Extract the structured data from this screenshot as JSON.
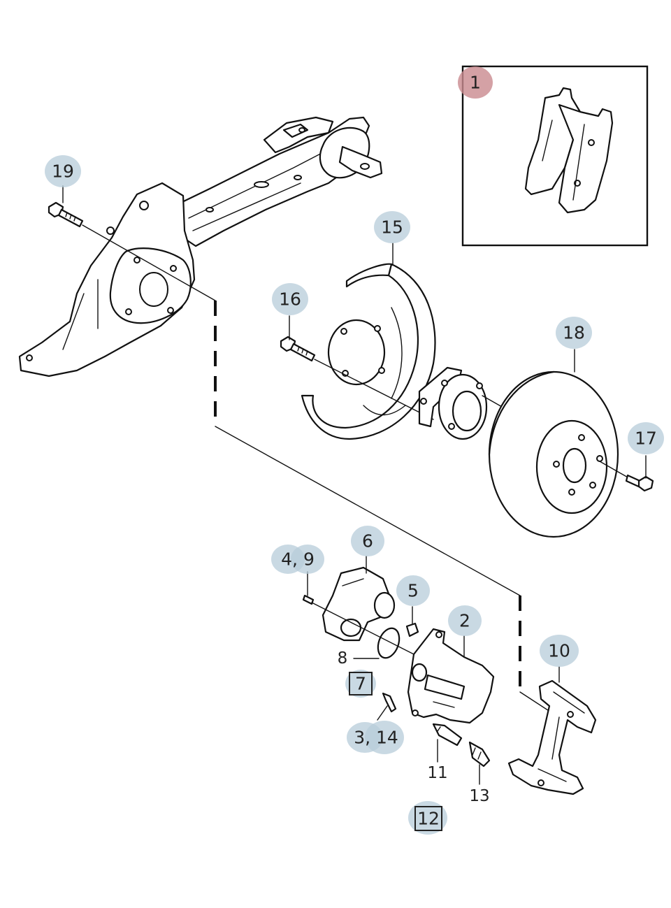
{
  "colors": {
    "callout_bubble": "#b7ccd9",
    "callout_highlight": "#c98a8e",
    "line": "#111111",
    "background": "#ffffff"
  },
  "callouts": {
    "c1": "1",
    "c2": "2",
    "c3_14": "3, 14",
    "c4_9": "4, 9",
    "c5": "5",
    "c6": "6",
    "c7": "7",
    "c8": "8",
    "c10": "10",
    "c11": "11",
    "c12": "12",
    "c13": "13",
    "c15": "15",
    "c16": "16",
    "c17": "17",
    "c18": "18",
    "c19": "19"
  },
  "highlighted_callout": "1",
  "boxed_callouts": [
    "7",
    "12"
  ]
}
